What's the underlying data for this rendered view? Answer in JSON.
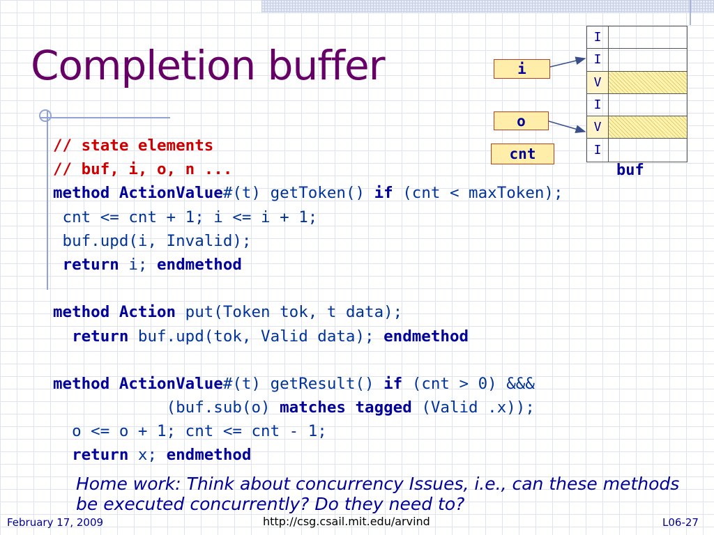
{
  "slide": {
    "title": "Completion buffer",
    "code_lines": [
      {
        "indent": "",
        "parts": [
          {
            "t": "// state elements",
            "c": "cm"
          }
        ]
      },
      {
        "indent": "",
        "parts": [
          {
            "t": "// buf, i, o, n ...",
            "c": "cm"
          }
        ]
      },
      {
        "indent": "",
        "parts": [
          {
            "t": "method",
            "c": "kw"
          },
          {
            "t": " "
          },
          {
            "t": "ActionValue",
            "c": "kw"
          },
          {
            "t": "#(t) getToken() "
          },
          {
            "t": "if",
            "c": "kw"
          },
          {
            "t": " (cnt < maxToken);"
          }
        ]
      },
      {
        "indent": " ",
        "parts": [
          {
            "t": "cnt <= cnt + 1; i <= i + 1;"
          }
        ]
      },
      {
        "indent": " ",
        "parts": [
          {
            "t": "buf.upd(i, Invalid);"
          }
        ]
      },
      {
        "indent": " ",
        "parts": [
          {
            "t": "return",
            "c": "kw"
          },
          {
            "t": " i; "
          },
          {
            "t": "endmethod",
            "c": "kw"
          }
        ]
      },
      {
        "indent": "",
        "parts": []
      },
      {
        "indent": "",
        "parts": [
          {
            "t": "method",
            "c": "kw"
          },
          {
            "t": " "
          },
          {
            "t": "Action",
            "c": "kw"
          },
          {
            "t": " put(Token tok, t data);"
          }
        ]
      },
      {
        "indent": "  ",
        "parts": [
          {
            "t": "return",
            "c": "kw"
          },
          {
            "t": " buf.upd(tok, Valid data); "
          },
          {
            "t": "endmethod",
            "c": "kw"
          }
        ]
      },
      {
        "indent": "",
        "parts": []
      },
      {
        "indent": "",
        "parts": [
          {
            "t": "method",
            "c": "kw"
          },
          {
            "t": " "
          },
          {
            "t": "ActionValue",
            "c": "kw"
          },
          {
            "t": "#(t) getResult() "
          },
          {
            "t": "if",
            "c": "kw"
          },
          {
            "t": " (cnt > 0) &&&"
          }
        ]
      },
      {
        "indent": "            ",
        "parts": [
          {
            "t": "(buf.sub(o) "
          },
          {
            "t": "matches",
            "c": "kw"
          },
          {
            "t": " "
          },
          {
            "t": "tagged",
            "c": "kw"
          },
          {
            "t": " (Valid .x));"
          }
        ]
      },
      {
        "indent": "  ",
        "parts": [
          {
            "t": "o <= o + 1; cnt <= cnt - 1;"
          }
        ]
      },
      {
        "indent": "  ",
        "parts": [
          {
            "t": "return",
            "c": "kw"
          },
          {
            "t": " x; "
          },
          {
            "t": "endmethod",
            "c": "kw"
          }
        ]
      }
    ],
    "homework": "Home work: Think about concurrency Issues, i.e., can these methods be executed concurrently? Do they need to?",
    "footer": {
      "date": "February 17, 2009",
      "url": "http://csg.csail.mit.edu/arvind",
      "page": "L06-27"
    }
  },
  "diagram": {
    "buffer_label": "buf",
    "rows": [
      {
        "tag": "I",
        "valid": false
      },
      {
        "tag": "I",
        "valid": false
      },
      {
        "tag": "V",
        "valid": true
      },
      {
        "tag": "I",
        "valid": false
      },
      {
        "tag": "V",
        "valid": true
      },
      {
        "tag": "I",
        "valid": false
      }
    ],
    "pointers": {
      "i": "i",
      "o": "o",
      "cnt": "cnt"
    }
  },
  "colors": {
    "title": "#660066",
    "code": "#003399",
    "keyword": "#000099",
    "comment": "#cc0000",
    "valid_fill": "#fff3b0"
  }
}
